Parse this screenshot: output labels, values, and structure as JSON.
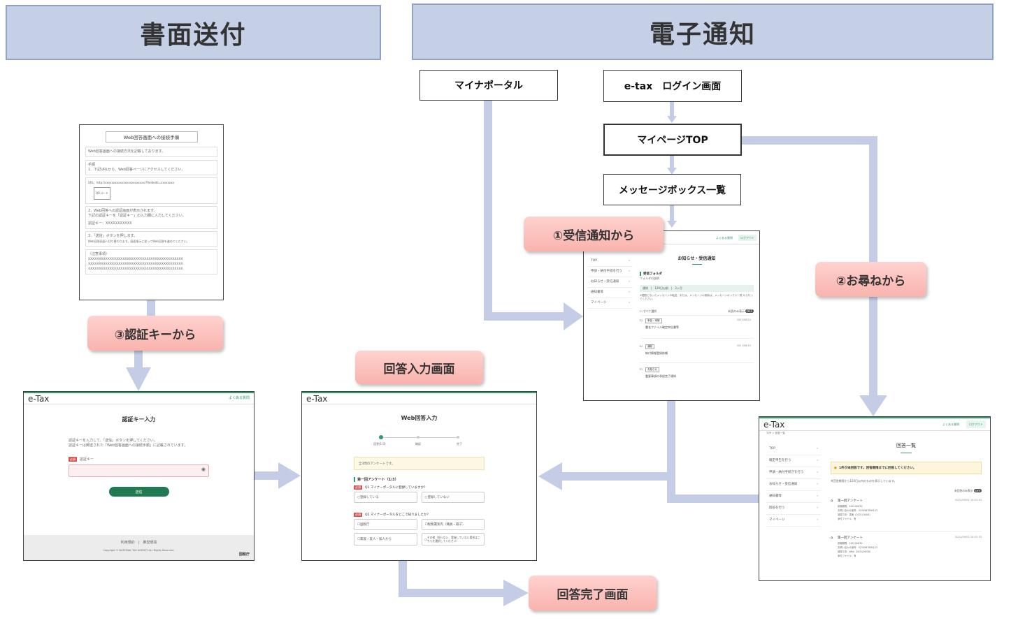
{
  "headers": {
    "paper": "書面送付",
    "digital": "電子通知"
  },
  "nodes": {
    "myna_portal": "マイナポータル",
    "etax_login": "e-tax　ログイン画面",
    "mypage_top": "マイページTOP",
    "message_box": "メッセージボックス一覧"
  },
  "callouts": {
    "from_notice": "①受信通知から",
    "from_inquiry": "②お尋ねから",
    "from_key": "③認証キーから",
    "answer_input": "回答入力画面",
    "answer_done": "回答完了画面"
  },
  "colors": {
    "header_bg": "#c5d0e6",
    "arrow": "#c5cde6",
    "callout": "#f9b3ad",
    "etax_green": "#2f9a6a"
  },
  "doc": {
    "title": "Web回答画面への接続手順",
    "intro": "Web回答画面への接続方法を記載しております。",
    "steps_heading": "手順",
    "step1": "1．下記URLから、Web回答ページにアクセスしてください。",
    "url": "URL：http://xxxxxxxxxxxxxxxxxxxxxxxx/?fieldedit=xxxxxxxx",
    "qr": "QRコード",
    "step2": "2．Web回答への認証画面が表示されます。",
    "step2b": "下記の認証キーを「認証キー」の入力欄に入力してください。",
    "auth_key": "認証キー：XXXXXXXXXXX",
    "step3": "3．「送信」ボタンを押します。",
    "step3b": "Web回答画面へ切り替わります。画面指示に従ってWeb回答を進めてください。",
    "notes_heading": "（注意事項）",
    "notes_line": "XXXXXXXXXXXXXXXXXXXXXXXXXXXXXXXXXXXXXXXXXXXX"
  },
  "auth_screen": {
    "logo": "e-Tax",
    "faq": "よくある質問",
    "title": "認証キー入力",
    "desc1": "認証キーを入力して、「送信」ボタンを押してください。",
    "desc2": "認証キーは郵送された「Web回答画面への接続手順」に記載されています。",
    "required": "必須",
    "field_label": "認証キー",
    "submit": "送信",
    "footer_links": "利用規約　|　推奨環境",
    "copyright": "Copyright © NATIONAL TAX AGENCY ALL Rights Reserved.",
    "agency": "国税庁"
  },
  "answer_screen": {
    "logo": "e-Tax",
    "title": "Web回答入力",
    "step1": "回答(1/3)",
    "step2": "確認",
    "step3": "完了",
    "notice": "全3問のアンケートです。",
    "section": "第一回アンケート（1/3）",
    "required": "必須",
    "q1": "Q1.マイナーポータルに登録していますか？",
    "q1_opts": [
      "登録している",
      "登録していない"
    ],
    "q2": "Q2.マイナーポータルをどこで知りましたか？",
    "q2_opts": [
      "国税庁",
      "税務署案内（職員・冊子）",
      "家族・友人・知人から",
      "その他（知らない、登録していない場合はこちらを選択してください）"
    ]
  },
  "msg_screen": {
    "faq": "よくある質問",
    "logout": "ログアウト",
    "nav": [
      "TOP",
      "申請・納付手続を行う",
      "お知らせ・受信通知",
      "通知書等",
      "マイページ"
    ],
    "title": "お知らせ・受信通知",
    "folder": "受信フォルダ",
    "folder_sub": "フォルダの説明",
    "tabs": "通知　|　120日以前　|　2ヶ月",
    "info": "※閲覧になったメッセージの転送、または、メッセージの削除は、メッセージボックス一覧 から行ってください。",
    "select_all": "すべて選択",
    "unread_only": "未読のみ表示",
    "toggle": "OFF",
    "items": [
      {
        "tag": "申告・申請",
        "text": "署名ファイル確定申告書等",
        "date": "2021/08/10"
      },
      {
        "tag": "通知",
        "text": "納付情報登録依頼",
        "date": "2021/08/10"
      },
      {
        "tag": "お知らせ",
        "text": "重要事項の承認完了通知",
        "date": ""
      }
    ]
  },
  "list_screen": {
    "logo": "e-Tax",
    "faq": "よくある質問",
    "logout": "ログアウト",
    "breadcrumb": "TOP ＞ 回答一覧",
    "nav": [
      "TOP",
      "確定申告を行う",
      "申請・納付手続きを行う",
      "お知らせ・受信通知",
      "通知書等",
      "回答を行う",
      "マイページ"
    ],
    "title": "回答一覧",
    "alert": "1件が未回答です。回答期限までに回答してください。",
    "info": "※回答期限から120日以内のものを表示しています。",
    "unanswered_only": "未回答のみ表示",
    "toggle": "OFF",
    "items": [
      {
        "name": "第一回アンケート",
        "date": "2021/09/01 14:01:33",
        "l1": "依頼期限：2021/09/30",
        "l2": "お問い合わせ番号：4234567890123",
        "l3": "回答方法：書面（2021/10/04）",
        "l4": "添付ファイル：有"
      },
      {
        "name": "第一回アンケート",
        "date": "2021/09/01 14:01:33",
        "l1": "依頼期限：2021/09/30",
        "l2": "お問い合わせ番号：4234567890123",
        "l3": "回答方法：Web（2021/09/30）",
        "l4": "添付ファイル：有"
      }
    ]
  }
}
